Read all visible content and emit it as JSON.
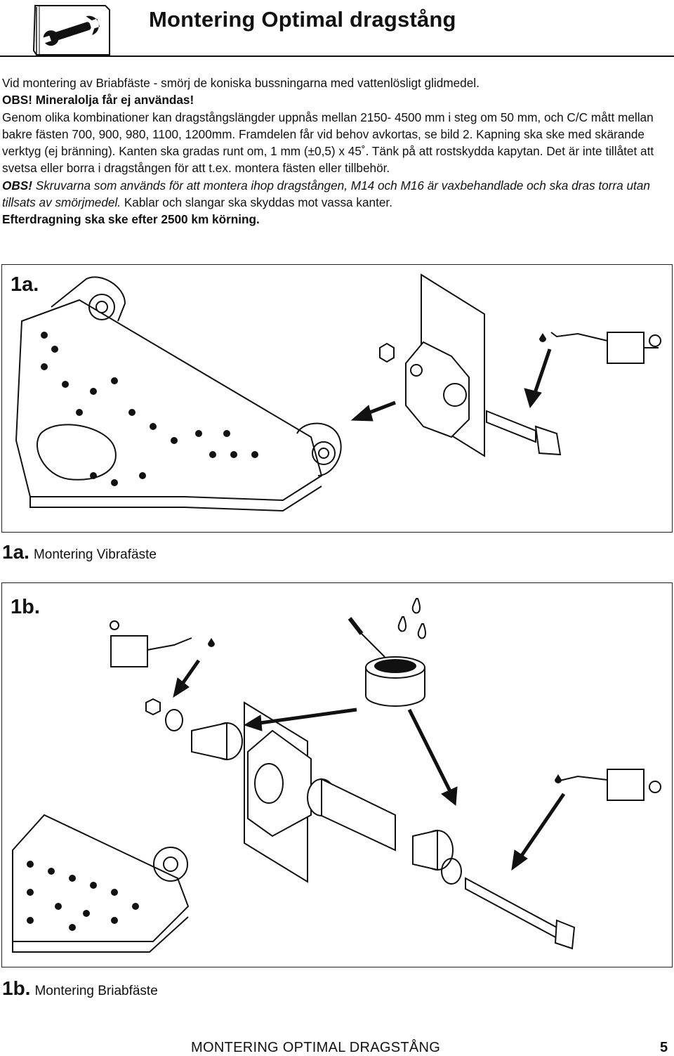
{
  "header": {
    "title": "Montering Optimal dragstång",
    "logo_icon": "wrench-manual-icon"
  },
  "body_text": {
    "line1": "Vid montering av Briabfäste - smörj de koniska bussningarna med vattenlösligt glidmedel.",
    "line2": "OBS! Mineralolja får ej användas!",
    "para2": "Genom olika kombinationer kan dragstångslängder uppnås mellan 2150- 4500 mm i steg om 50 mm, och C/C mått mellan bakre fästen 700, 900, 980, 1100, 1200mm. Framdelen får vid behov avkortas, se bild 2. Kapning ska ske med skärande verktyg (ej bränning). Kanten ska gradas runt om, 1 mm (±0,5) x 45˚. Tänk på att rostskydda kapytan. Det är inte tillåtet att svetsa eller borra i dragstången för att t.ex. montera fästen eller tillbehör.",
    "obs_label": "OBS!",
    "obs_text": " Skruvarna som används för att montera ihop dragstången, M14 och M16 är vaxbehandlade och ska dras torra utan tillsats av smörjmedel.",
    "para4": " Kablar och slangar ska skyddas mot vassa kanter.",
    "final": "Efterdragning ska ske efter 2500 km körning."
  },
  "figures": {
    "fig1": {
      "label": "1a.",
      "caption_num": "1a.",
      "caption_text": "Montering Vibrafäste"
    },
    "fig2": {
      "label": "1b.",
      "caption_num": "1b.",
      "caption_text": "Montering Briabfäste"
    }
  },
  "footer": {
    "title": "MONTERING OPTIMAL DRAGSTÅNG",
    "page": "5"
  }
}
